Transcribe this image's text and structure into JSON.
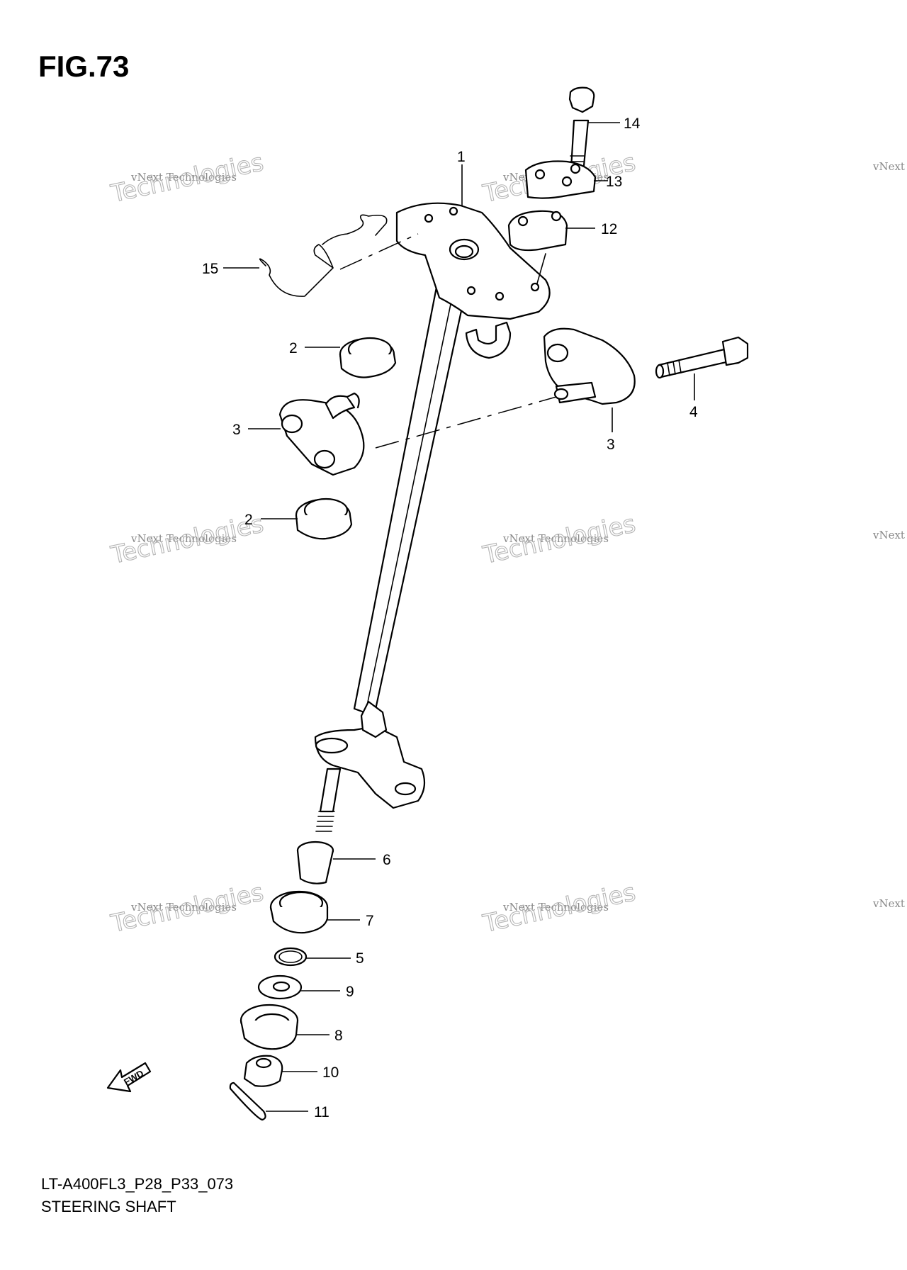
{
  "figure": {
    "title": "FIG.73",
    "model_code": "LT-A400FL3_P28_P33_073",
    "name": "STEERING SHAFT"
  },
  "callouts": [
    "1",
    "2",
    "2",
    "3",
    "3",
    "4",
    "5",
    "6",
    "7",
    "8",
    "9",
    "10",
    "11",
    "12",
    "13",
    "14",
    "15"
  ],
  "fwd_label": "FWD",
  "watermark": {
    "line1": "vNext Technologies",
    "big": "Technologies",
    "small_top": "vNext"
  }
}
